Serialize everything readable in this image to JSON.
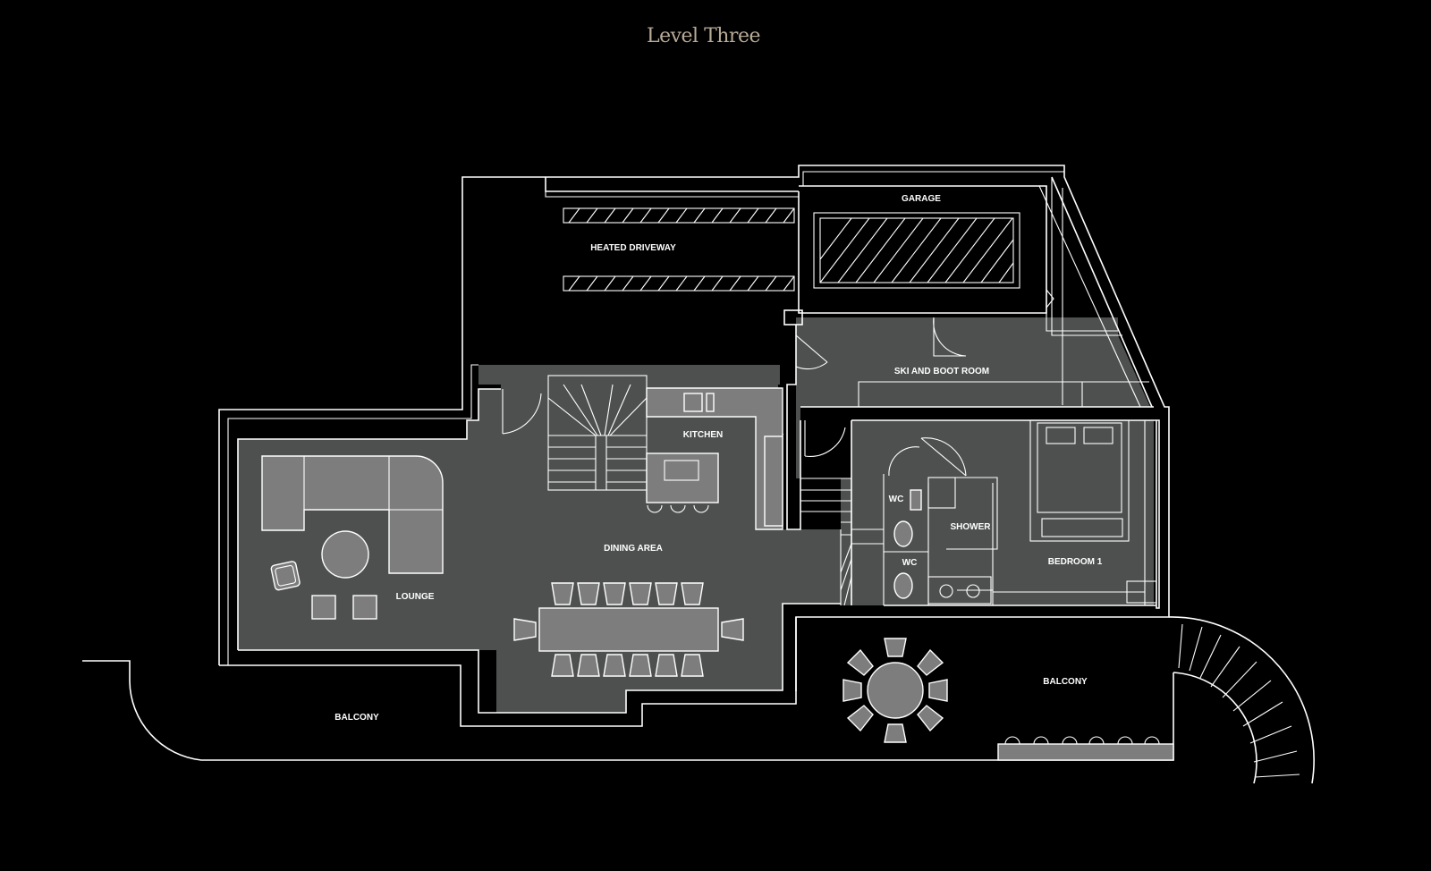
{
  "title": "Level Three",
  "colors": {
    "background": "#000000",
    "floor": "#4e5050",
    "furniture": "#7d7d7d",
    "line": "#ffffff",
    "title": "#b8ab98"
  },
  "rooms": {
    "garage": "GARAGE",
    "heated_driveway": "HEATED DRIVEWAY",
    "ski_and_boot_room": "SKI AND BOOT ROOM",
    "kitchen": "KITCHEN",
    "wc_upper": "WC",
    "shower": "SHOWER",
    "wc_lower": "WC",
    "bedroom_1": "BEDROOM 1",
    "dining_area": "DINING AREA",
    "lounge": "LOUNGE",
    "balcony_left": "BALCONY",
    "balcony_right": "BALCONY"
  }
}
